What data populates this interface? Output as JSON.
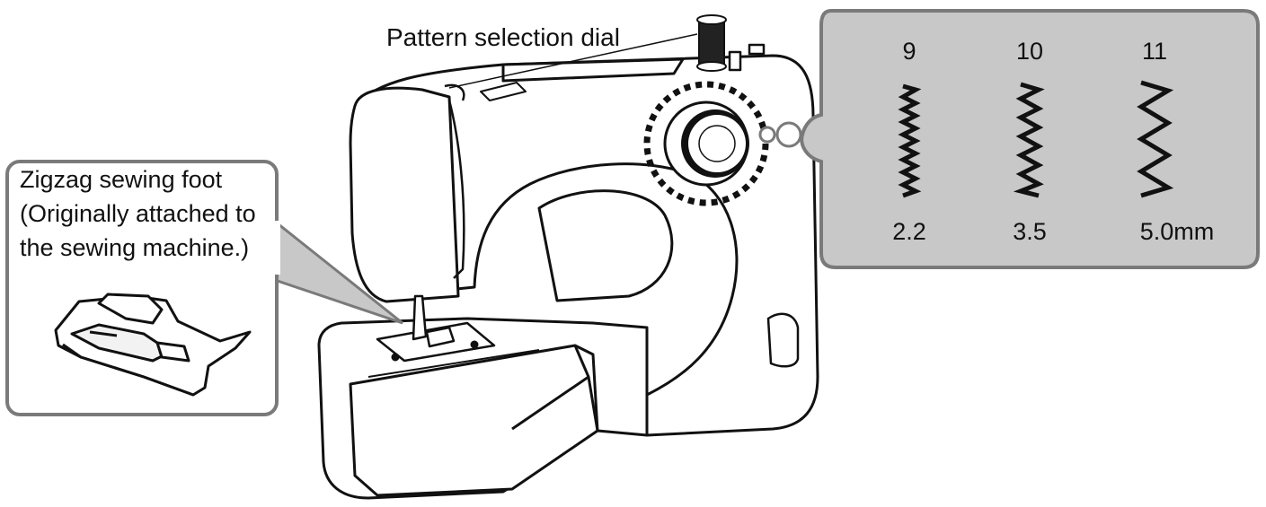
{
  "labels": {
    "dial": "Pattern selection dial",
    "foot_line1": "Zigzag sewing foot",
    "foot_line2": "(Originally attached to",
    "foot_line3": "the sewing machine.)"
  },
  "patterns": [
    {
      "number": "9",
      "width": "2.2"
    },
    {
      "number": "10",
      "width": "3.5"
    },
    {
      "number": "11",
      "width": "5.0mm"
    }
  ],
  "colors": {
    "callout_fill": "#c8c8c8",
    "callout_stroke": "#7a7a7a",
    "ink": "#111111"
  }
}
